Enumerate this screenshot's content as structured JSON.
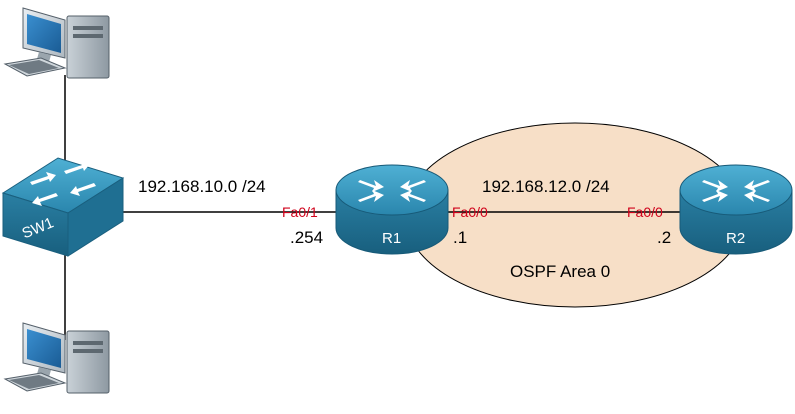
{
  "colors": {
    "area_fill": "#f7dfc7",
    "area_stroke": "#000000",
    "link": "#000000",
    "interface_text": "#d0021b",
    "device_blue": "#2f8fb5",
    "device_blue_dark": "#1c6a8a"
  },
  "networks": {
    "lan": "192.168.10.0 /24",
    "transit": "192.168.12.0 /24"
  },
  "area": {
    "label": "OSPF Area 0"
  },
  "devices": {
    "sw1": {
      "name": "SW1",
      "icon": "switch-icon"
    },
    "r1": {
      "name": "R1",
      "icon": "router-icon"
    },
    "r2": {
      "name": "R2",
      "icon": "router-icon"
    },
    "pc_top": {
      "icon": "computer-icon"
    },
    "pc_bottom": {
      "icon": "computer-icon"
    }
  },
  "interfaces": {
    "r1_fa01": "Fa0/1",
    "r1_fa00": "Fa0/0",
    "r2_fa00": "Fa0/0"
  },
  "addresses": {
    "r1_lan": ".254",
    "r1_transit": ".1",
    "r2_transit": ".2"
  }
}
